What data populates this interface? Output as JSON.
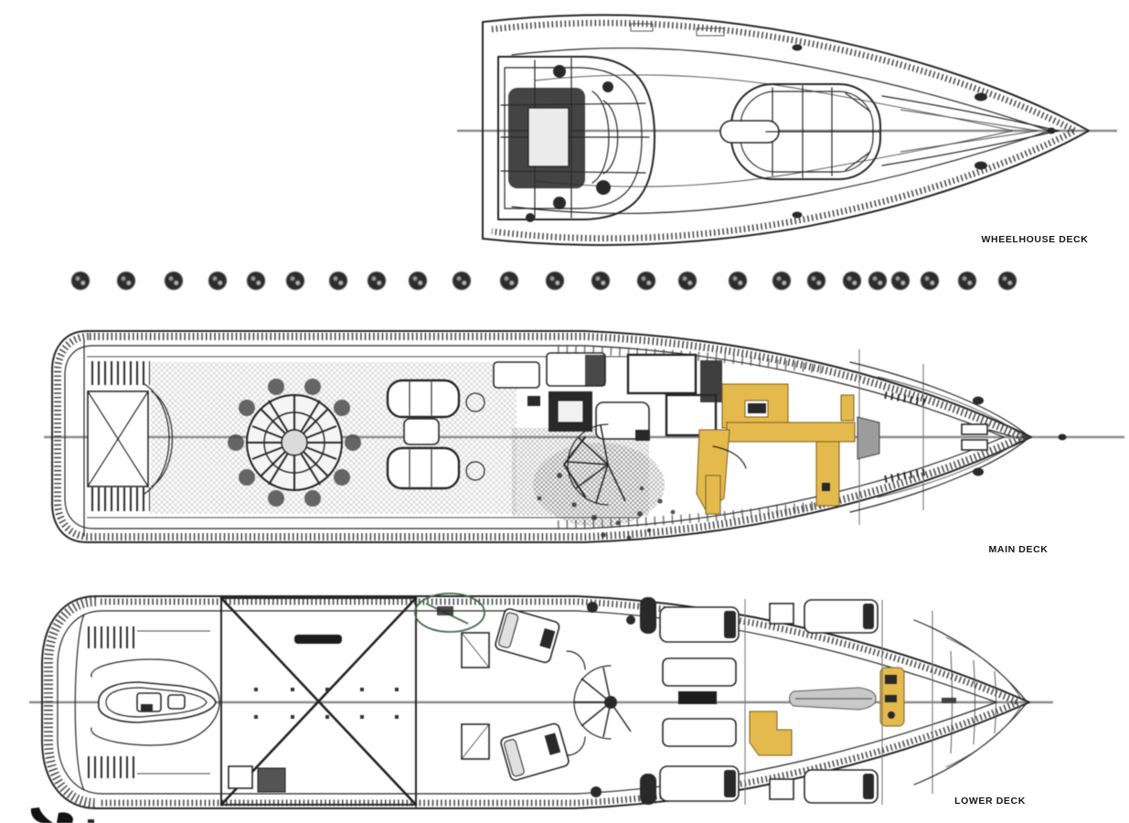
{
  "decks": [
    {
      "id": "wheelhouse",
      "label": "WHEELHOUSE DECK"
    },
    {
      "id": "main",
      "label": "MAIN DECK"
    },
    {
      "id": "lower",
      "label": "LOWER DECK"
    }
  ],
  "frame_markers": {
    "count": 24
  },
  "colors": {
    "highlight_yellow": "#e2b84e",
    "green_outline": "#41694d",
    "centerline_gray": "#8b8b8b",
    "ink": "#1f1f1f",
    "paper": "#ffffff",
    "tender_gray": "#c7c7c7"
  }
}
